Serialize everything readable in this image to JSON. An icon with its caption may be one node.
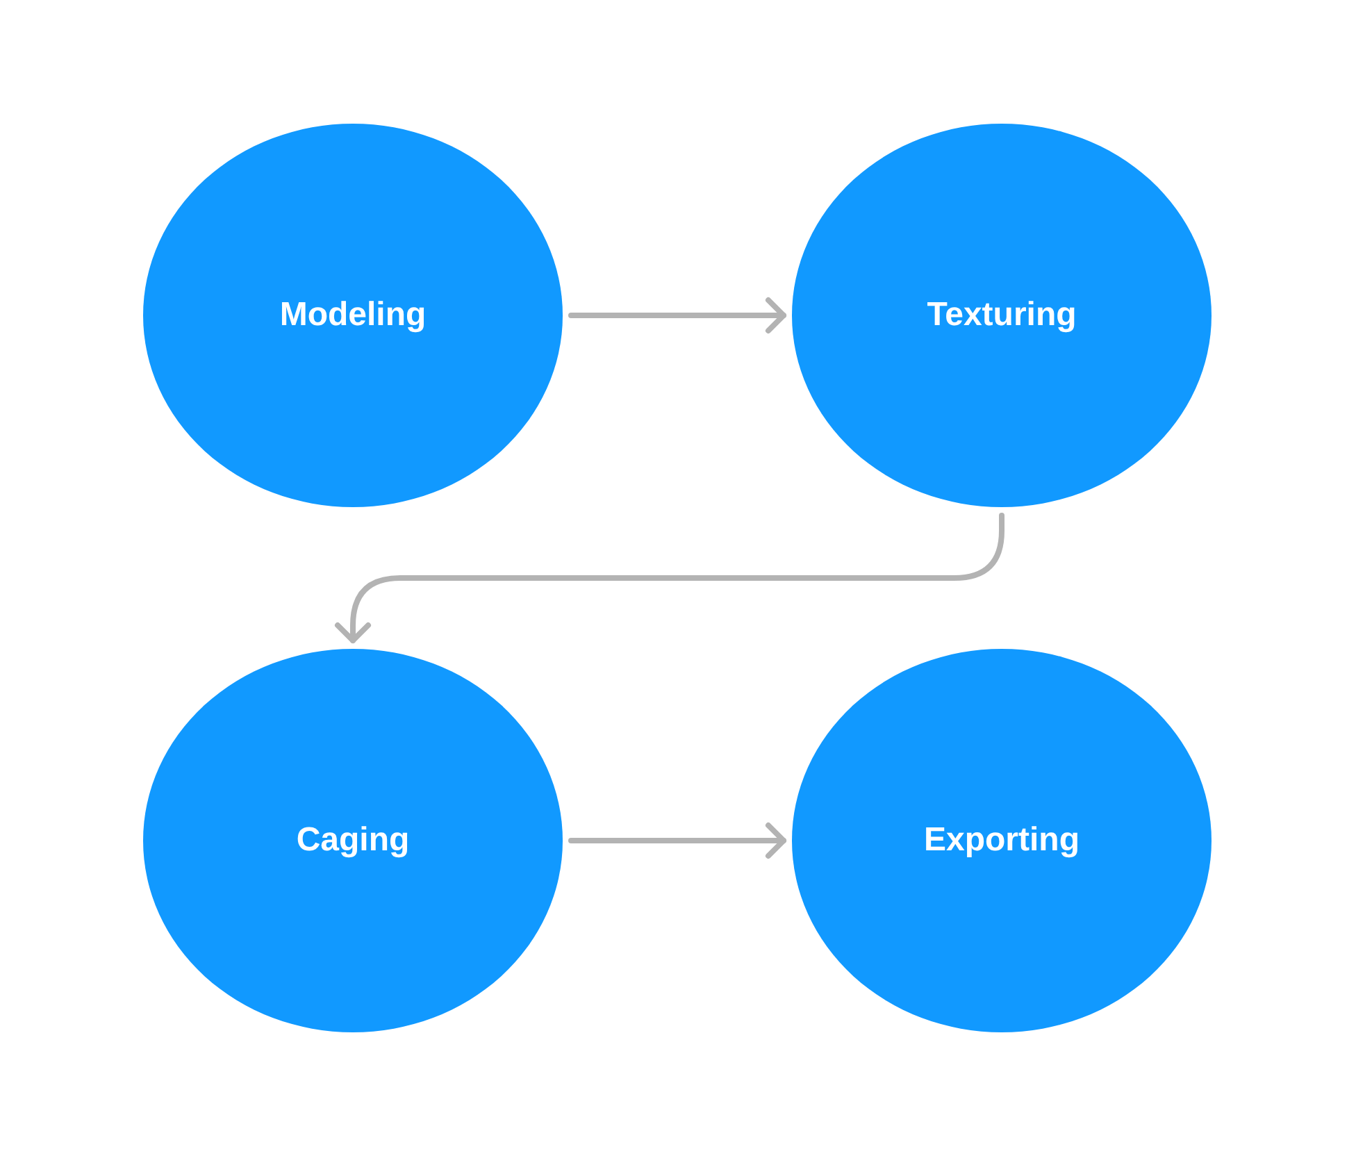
{
  "diagram": {
    "nodes": [
      {
        "text": [
          "Modeling"
        ]
      },
      {
        "text": [
          "Texturing"
        ]
      },
      {
        "text": [
          "Caging"
        ]
      },
      {
        "text": [
          "Exporting"
        ]
      }
    ],
    "edges": [
      {
        "from": 0,
        "to": 1,
        "arrow": "to"
      },
      {
        "from": 1,
        "to": 2,
        "arrow": "to"
      },
      {
        "from": 2,
        "to": 3,
        "arrow": "to"
      }
    ]
  }
}
